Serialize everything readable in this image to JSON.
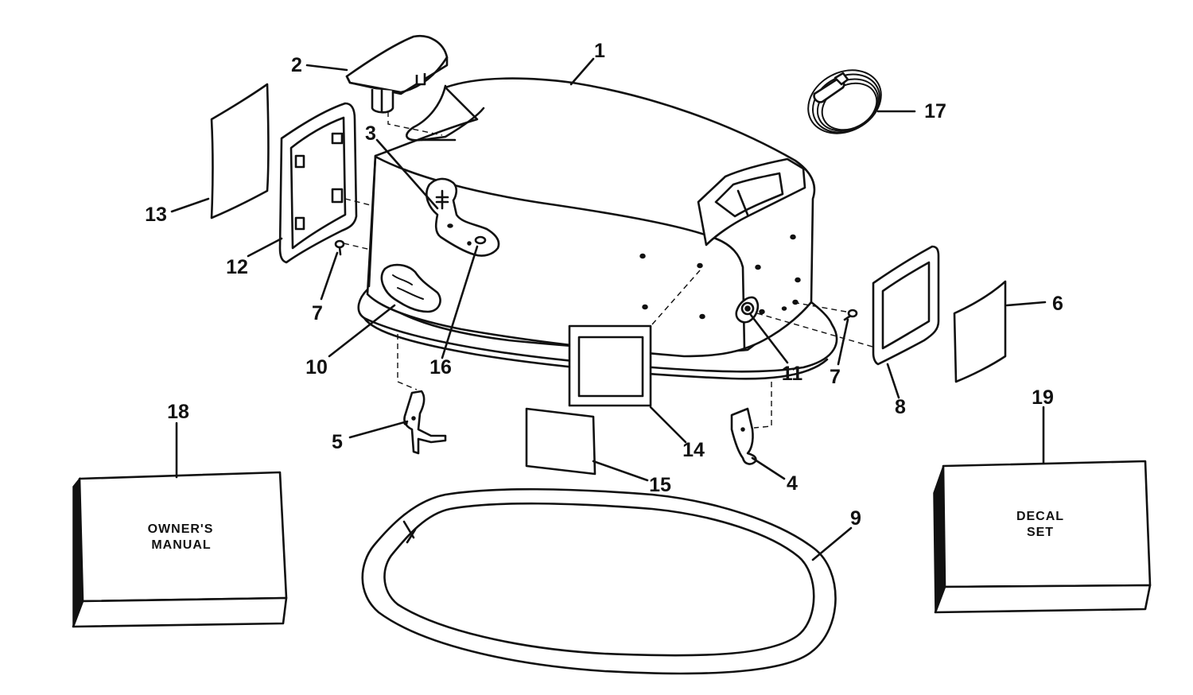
{
  "callouts": [
    "1",
    "2",
    "3",
    "4",
    "5",
    "6",
    "7",
    "7",
    "8",
    "9",
    "10",
    "11",
    "12",
    "13",
    "14",
    "15",
    "16",
    "17",
    "18",
    "19"
  ],
  "owners_manual": {
    "line1": "OWNER'S",
    "line2": "MANUAL"
  },
  "decal_set": {
    "line1": "DECAL",
    "line2": "SET"
  }
}
